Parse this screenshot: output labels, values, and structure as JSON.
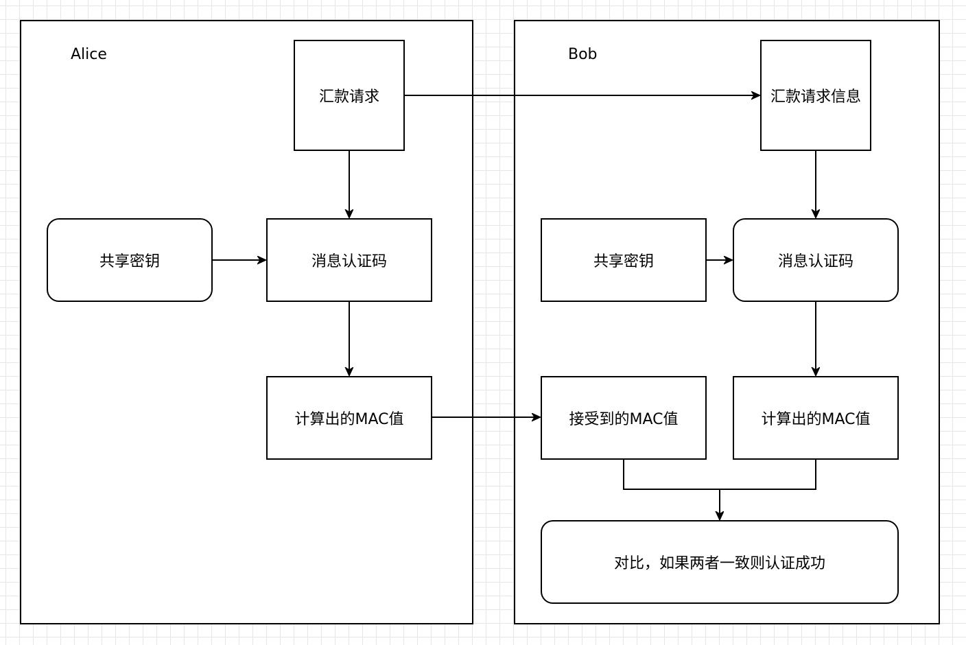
{
  "panels": {
    "alice": {
      "label": "Alice"
    },
    "bob": {
      "label": "Bob"
    }
  },
  "nodes": {
    "alice_request": "汇款请求",
    "alice_shared_key": "共享密钥",
    "alice_mac_fn": "消息认证码",
    "alice_computed_mac": "计算出的MAC值",
    "bob_request_info": "汇款请求信息",
    "bob_shared_key": "共享密钥",
    "bob_mac_fn": "消息认证码",
    "bob_received_mac": "接受到的MAC值",
    "bob_computed_mac": "计算出的MAC值",
    "bob_compare": "对比，如果两者一致则认证成功"
  },
  "edges": [
    {
      "from": "alice_request",
      "to": "bob_request_info"
    },
    {
      "from": "alice_request",
      "to": "alice_mac_fn"
    },
    {
      "from": "alice_shared_key",
      "to": "alice_mac_fn"
    },
    {
      "from": "alice_mac_fn",
      "to": "alice_computed_mac"
    },
    {
      "from": "alice_computed_mac",
      "to": "bob_received_mac"
    },
    {
      "from": "bob_request_info",
      "to": "bob_mac_fn"
    },
    {
      "from": "bob_shared_key",
      "to": "bob_mac_fn"
    },
    {
      "from": "bob_mac_fn",
      "to": "bob_computed_mac"
    },
    {
      "from": "bob_received_mac",
      "to": "bob_compare"
    },
    {
      "from": "bob_computed_mac",
      "to": "bob_compare"
    }
  ],
  "colors": {
    "stroke": "#000000",
    "background": "#ffffff",
    "grid": "#e6e6e6"
  }
}
